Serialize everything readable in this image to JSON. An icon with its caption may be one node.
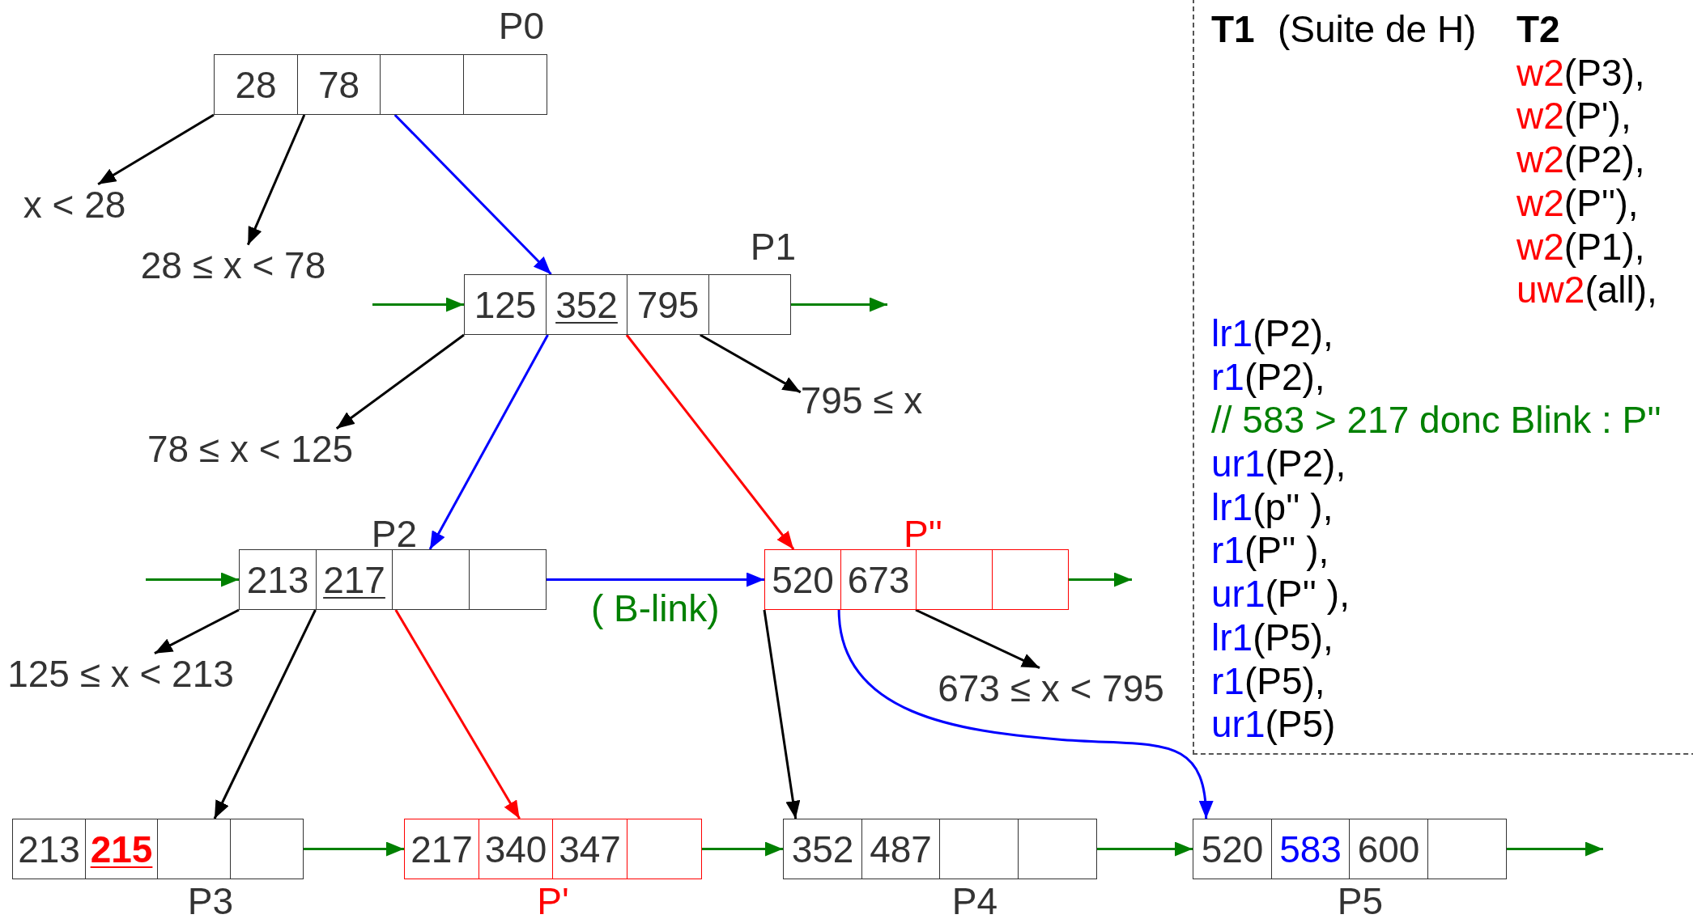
{
  "diagram": {
    "nodes": [
      {
        "text": [
          "P0"
        ]
      },
      {
        "text": [
          "28"
        ],
        "in": 0
      },
      {
        "text": [
          "78"
        ],
        "in": 0
      },
      {
        "text": [],
        "shape": "box",
        "in": 0
      },
      {
        "text": [],
        "shape": "box",
        "in": 0
      },
      {
        "text": [
          "x < 28"
        ]
      },
      {
        "text": [
          "28 ≤ x < 78"
        ]
      },
      {
        "text": [
          "P1"
        ]
      },
      {
        "text": [
          "125"
        ],
        "in": 7
      },
      {
        "text": [
          "352"
        ],
        "in": 7
      },
      {
        "text": [
          "795"
        ],
        "in": 7
      },
      {
        "text": [],
        "shape": "box",
        "in": 7
      },
      {
        "text": [
          "78 ≤ x < 125"
        ]
      },
      {
        "text": [
          "795 ≤ x"
        ]
      },
      {
        "text": [
          "P2"
        ]
      },
      {
        "text": [
          "213"
        ],
        "in": 14
      },
      {
        "text": [
          "217"
        ],
        "in": 14
      },
      {
        "text": [],
        "shape": "box",
        "in": 14
      },
      {
        "text": [],
        "shape": "box",
        "in": 14
      },
      {
        "text": [
          "P''"
        ]
      },
      {
        "text": [
          "520"
        ],
        "in": 19
      },
      {
        "text": [
          "673"
        ],
        "in": 19
      },
      {
        "text": [],
        "shape": "box",
        "in": 19
      },
      {
        "text": [],
        "shape": "box",
        "in": 19
      },
      {
        "text": [
          "125 ≤ x < 213"
        ]
      },
      {
        "text": [
          "673 ≤ x < 795"
        ]
      },
      {
        "text": [
          "P3"
        ]
      },
      {
        "text": [
          "213"
        ],
        "in": 26
      },
      {
        "text": [
          "215"
        ],
        "in": 26
      },
      {
        "text": [],
        "shape": "box",
        "in": 26
      },
      {
        "text": [],
        "shape": "box",
        "in": 26
      },
      {
        "text": [
          "P'"
        ]
      },
      {
        "text": [
          "217"
        ],
        "in": 31
      },
      {
        "text": [
          "340"
        ],
        "in": 31
      },
      {
        "text": [
          "347"
        ],
        "in": 31
      },
      {
        "text": [],
        "shape": "box",
        "in": 31
      },
      {
        "text": [
          "P4"
        ]
      },
      {
        "text": [
          "352"
        ],
        "in": 36
      },
      {
        "text": [
          "487"
        ],
        "in": 36
      },
      {
        "text": [],
        "shape": "box",
        "in": 36
      },
      {
        "text": [],
        "shape": "box",
        "in": 36
      },
      {
        "text": [
          "P5"
        ]
      },
      {
        "text": [
          "520"
        ],
        "in": 41
      },
      {
        "text": [
          "583"
        ],
        "in": 41
      },
      {
        "text": [
          "600"
        ],
        "in": 41
      },
      {
        "text": [],
        "shape": "box",
        "in": 41
      }
    ],
    "edges": [
      {
        "from": 1,
        "to": 5,
        "arrow": "to"
      },
      {
        "from": 2,
        "to": 6,
        "arrow": "to"
      },
      {
        "from": 3,
        "to": 9,
        "arrow": "to",
        "color": "#0000ff"
      },
      {
        "from": null,
        "to": 8,
        "arrow": "to",
        "color": "#008000"
      },
      {
        "from": 11,
        "to": null,
        "arrow": "to",
        "color": "#008000"
      },
      {
        "from": 8,
        "to": 12,
        "arrow": "to"
      },
      {
        "from": 9,
        "to": 17,
        "arrow": "to",
        "color": "#0000ff"
      },
      {
        "from": 10,
        "to": 20,
        "arrow": "to",
        "color": "#ff0000"
      },
      {
        "from": 10,
        "to": 13,
        "arrow": "to"
      },
      {
        "from": null,
        "to": 15,
        "arrow": "to",
        "color": "#008000"
      },
      {
        "from": 18,
        "to": 20,
        "arrow": "to",
        "color": "#0000ff",
        "label": "( B-link)"
      },
      {
        "from": 23,
        "to": null,
        "arrow": "to",
        "color": "#008000"
      },
      {
        "from": 15,
        "to": 24,
        "arrow": "to"
      },
      {
        "from": 16,
        "to": 29,
        "arrow": "to"
      },
      {
        "from": 17,
        "to": 33,
        "arrow": "to",
        "color": "#ff0000"
      },
      {
        "from": 20,
        "to": 37,
        "arrow": "to"
      },
      {
        "from": 20,
        "to": 42,
        "arrow": "to",
        "color": "#0000ff"
      },
      {
        "from": 22,
        "to": 25,
        "arrow": "to"
      },
      {
        "from": 30,
        "to": 32,
        "arrow": "to",
        "color": "#008000"
      },
      {
        "from": 35,
        "to": 37,
        "arrow": "to",
        "color": "#008000"
      },
      {
        "from": 40,
        "to": 42,
        "arrow": "to",
        "color": "#008000"
      },
      {
        "from": 45,
        "to": null,
        "arrow": "to",
        "color": "#008000"
      }
    ],
    "labels": [
      "T1",
      "(Suite de H)",
      "T2",
      "w2",
      "(P3),",
      "w2",
      "(P'),",
      "w2",
      "(P2),",
      "w2",
      "(P''),",
      "w2",
      "(P1),",
      "uw2",
      "(all),",
      "lr1",
      "(P2),",
      "r1",
      "(P2),",
      "// 583 > 217 donc Blink : P''",
      "ur1",
      "(P2),",
      "lr1",
      "(p'' ),",
      "r1",
      "(P'' ),",
      "ur1",
      "(P'' ),",
      "lr1",
      "(P5),",
      "r1",
      "(P5),",
      "ur1",
      "(P5)"
    ]
  }
}
